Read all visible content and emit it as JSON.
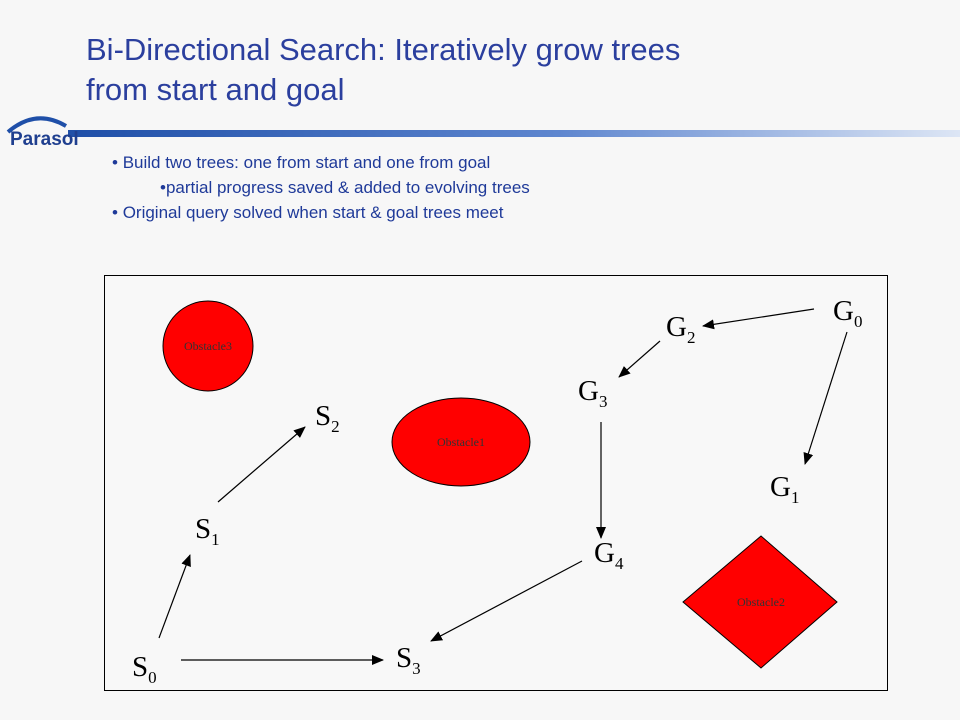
{
  "header": {
    "title_line1": "Bi-Directional Search: Iteratively grow trees",
    "title_line2": "from start and goal",
    "logo_text": "Parasol"
  },
  "bullets": {
    "b1": "Build two trees: one from start and one from goal",
    "b1_sub": "partial progress saved & added to evolving trees",
    "b2": "Original query solved when start & goal trees meet"
  },
  "colors": {
    "title": "#2b3f9e",
    "obstacle_fill": "#ff0000",
    "rule": "#1f4fa8"
  },
  "diagram": {
    "obstacles": [
      "Obstacle3",
      "Obstacle1",
      "Obstacle2"
    ],
    "nodes": {
      "S0": {
        "base": "S",
        "sub": "0"
      },
      "S1": {
        "base": "S",
        "sub": "1"
      },
      "S2": {
        "base": "S",
        "sub": "2"
      },
      "S3": {
        "base": "S",
        "sub": "3"
      },
      "G0": {
        "base": "G",
        "sub": "0"
      },
      "G1": {
        "base": "G",
        "sub": "1"
      },
      "G2": {
        "base": "G",
        "sub": "2"
      },
      "G3": {
        "base": "G",
        "sub": "3"
      },
      "G4": {
        "base": "G",
        "sub": "4"
      }
    },
    "edges": [
      {
        "from": "S0",
        "to": "S1"
      },
      {
        "from": "S1",
        "to": "S2"
      },
      {
        "from": "S0",
        "to": "S3"
      },
      {
        "from": "G0",
        "to": "G2"
      },
      {
        "from": "G0",
        "to": "G1"
      },
      {
        "from": "G2",
        "to": "G3"
      },
      {
        "from": "G3",
        "to": "G4"
      },
      {
        "from": "G4",
        "to": "S3"
      }
    ]
  }
}
